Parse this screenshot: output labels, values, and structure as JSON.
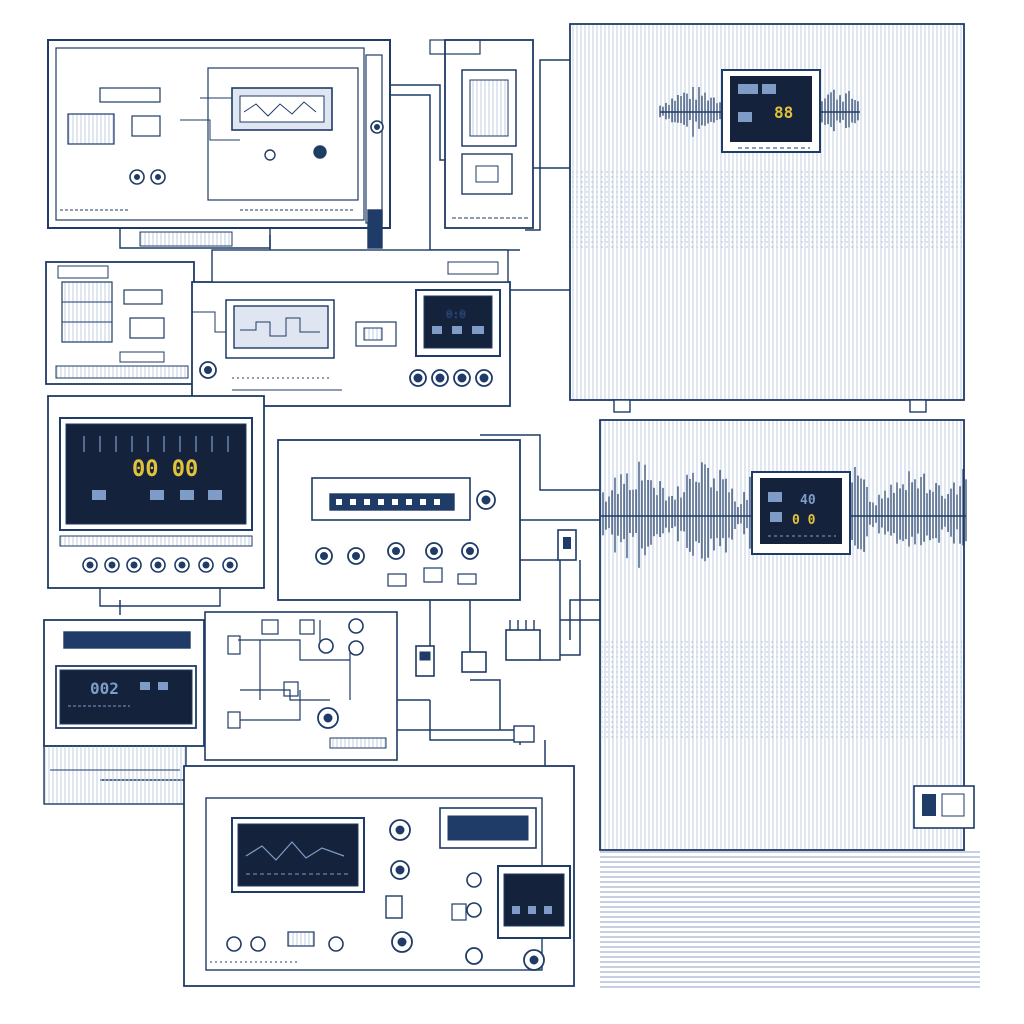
{
  "palette": {
    "ink": "#1f3b67",
    "ink_light": "#7d93b5",
    "hatch": "#b4c2d8",
    "screen_bg": "#14223c",
    "screen_line": "#7f9cc7",
    "digit_amber": "#e2c23a",
    "paper": "#ffffff"
  },
  "displays": {
    "top_right_monitor": "88",
    "left_unit_counter": "00 00",
    "right_monitor_upper": "40",
    "right_monitor_lower": "0 0",
    "lower_left_unit": "002"
  },
  "icons": {
    "knob": "circle-knob-icon",
    "switch": "toggle-switch-icon",
    "connector": "connector-block-icon"
  }
}
